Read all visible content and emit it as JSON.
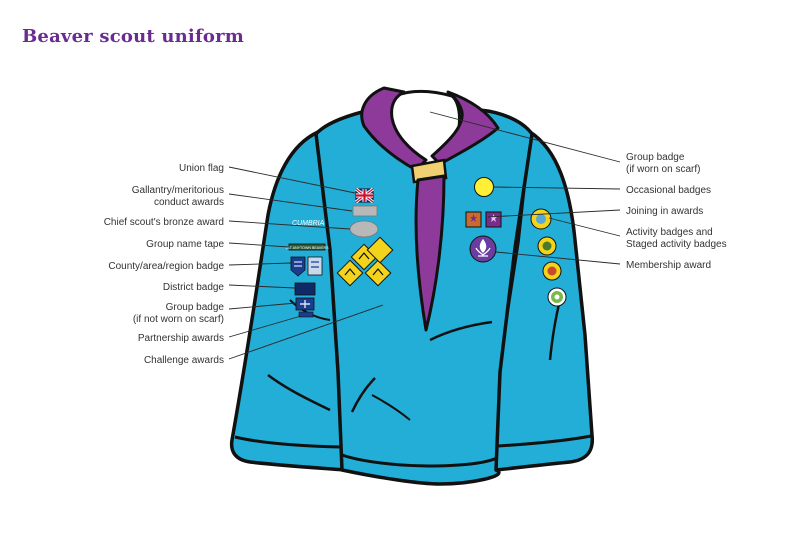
{
  "title": "Beaver scout uniform",
  "left_labels": {
    "union_flag": "Union flag",
    "gallantry_1": "Gallantry/meritorious",
    "gallantry_2": "conduct awards",
    "chief_scout": "Chief scout's bronze award",
    "group_name_tape": "Group name tape",
    "county": "County/area/region badge",
    "district": "District badge",
    "group_badge_1": "Group badge",
    "group_badge_2": "(if not worn on scarf)",
    "partnership": "Partnership awards",
    "challenge": "Challenge awards"
  },
  "right_labels": {
    "group_badge_scarf_1": "Group badge",
    "group_badge_scarf_2": "(if worn on scarf)",
    "occasional": "Occasional badges",
    "joining_in": "Joining in awards",
    "activity_1": "Activity badges and",
    "activity_2": "Staged activity badges",
    "membership": "Membership award"
  },
  "badges": {
    "name_tape_text": "1ST ANYTOWN BEAVERS",
    "county_badge_text": "CUMBRIA"
  },
  "colors": {
    "title": "#6a2c91",
    "sweatshirt": "#22aed6",
    "scarf": "#8e3a9b",
    "outline": "#111111"
  }
}
